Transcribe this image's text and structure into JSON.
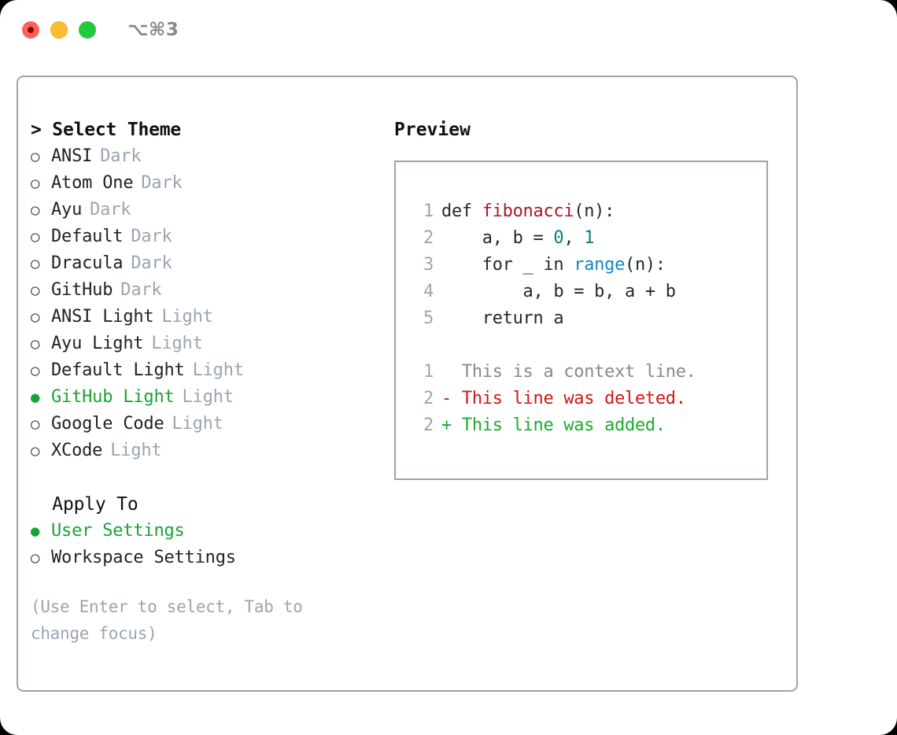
{
  "titlebar": {
    "lights": [
      {
        "name": "close",
        "color": "#ff6159"
      },
      {
        "name": "minimize",
        "color": "#ffbd2e"
      },
      {
        "name": "zoom",
        "color": "#23c83e"
      }
    ],
    "shortcut": "⌥⌘3"
  },
  "theme_section": {
    "header": "> Select Theme",
    "items": [
      {
        "bullet": "○",
        "label": "ANSI",
        "tag": "Dark",
        "selected": false
      },
      {
        "bullet": "○",
        "label": "Atom One",
        "tag": "Dark",
        "selected": false
      },
      {
        "bullet": "○",
        "label": "Ayu",
        "tag": "Dark",
        "selected": false
      },
      {
        "bullet": "○",
        "label": "Default",
        "tag": "Dark",
        "selected": false
      },
      {
        "bullet": "○",
        "label": "Dracula",
        "tag": "Dark",
        "selected": false
      },
      {
        "bullet": "○",
        "label": "GitHub",
        "tag": "Dark",
        "selected": false
      },
      {
        "bullet": "○",
        "label": "ANSI Light",
        "tag": "Light",
        "selected": false
      },
      {
        "bullet": "○",
        "label": "Ayu Light",
        "tag": "Light",
        "selected": false
      },
      {
        "bullet": "○",
        "label": "Default Light",
        "tag": "Light",
        "selected": false
      },
      {
        "bullet": "●",
        "label": "GitHub Light",
        "tag": "Light",
        "selected": true
      },
      {
        "bullet": "○",
        "label": "Google Code",
        "tag": "Light",
        "selected": false
      },
      {
        "bullet": "○",
        "label": "XCode",
        "tag": "Light",
        "selected": false
      }
    ]
  },
  "apply_section": {
    "header": "  Apply To",
    "items": [
      {
        "bullet": "●",
        "label": "User Settings",
        "selected": true
      },
      {
        "bullet": "○",
        "label": "Workspace Settings",
        "selected": false
      }
    ]
  },
  "hint": "(Use Enter to select, Tab to change focus)",
  "preview": {
    "title": "Preview",
    "code_lines": [
      {
        "no": "1",
        "segments": [
          {
            "t": "def ",
            "c": "plain"
          },
          {
            "t": "fibonacci",
            "c": "fn"
          },
          {
            "t": "(n):",
            "c": "plain"
          }
        ]
      },
      {
        "no": "2",
        "segments": [
          {
            "t": "    a, b = ",
            "c": "plain"
          },
          {
            "t": "0",
            "c": "num"
          },
          {
            "t": ", ",
            "c": "plain"
          },
          {
            "t": "1",
            "c": "num"
          }
        ]
      },
      {
        "no": "3",
        "segments": [
          {
            "t": "    for _ in ",
            "c": "plain"
          },
          {
            "t": "range",
            "c": "builtin"
          },
          {
            "t": "(n):",
            "c": "plain"
          }
        ]
      },
      {
        "no": "4",
        "segments": [
          {
            "t": "        a, b = b, a + b",
            "c": "plain"
          }
        ]
      },
      {
        "no": "5",
        "segments": [
          {
            "t": "    return a",
            "c": "plain"
          }
        ]
      }
    ],
    "diff_lines": [
      {
        "no": "1",
        "marker": "  ",
        "text": "This is a context line.",
        "kind": "ctx"
      },
      {
        "no": "2",
        "marker": "- ",
        "text": "This line was deleted.",
        "kind": "del"
      },
      {
        "no": "2",
        "marker": "+ ",
        "text": "This line was added.",
        "kind": "add"
      }
    ]
  },
  "colors": {
    "accent_green": "#1aa334",
    "muted": "#9aa5b1",
    "border": "#9aa5b1",
    "fn_red": "#a6182c",
    "num_teal": "#0e7c7b",
    "builtin_blue": "#1288c4",
    "diff_del": "#d11515",
    "diff_add": "#17ae2a"
  }
}
